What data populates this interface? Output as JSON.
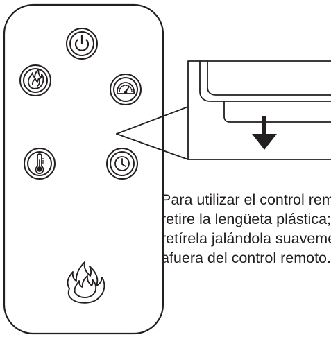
{
  "figure": {
    "instruction_lines": [
      "Para utilizar el control remoto,",
      "retire la lengüeta plástica;",
      "retírela jalándola suavemente hacia",
      "afuera del control remoto."
    ]
  },
  "remote": {
    "buttons": [
      {
        "name": "power",
        "icon": "power-icon"
      },
      {
        "name": "flame",
        "icon": "flame-icon"
      },
      {
        "name": "heat-gauge",
        "icon": "gauge-icon"
      },
      {
        "name": "temperature",
        "icon": "thermometer-icon"
      },
      {
        "name": "timer",
        "icon": "clock-icon"
      }
    ],
    "logo_icon": "flame-logo-icon"
  },
  "detail": {
    "arrow_icon": "arrow-down-icon"
  },
  "colors": {
    "stroke": "#231f20",
    "fill": "#ffffff",
    "text": "#231f20"
  }
}
